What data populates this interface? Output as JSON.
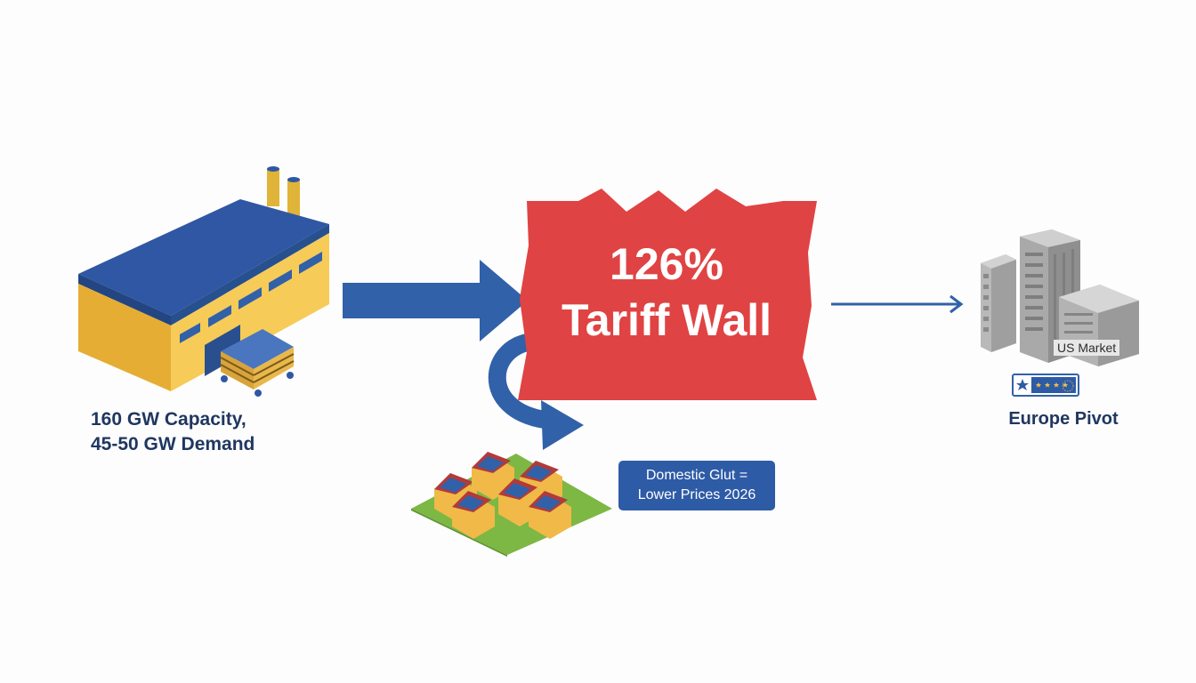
{
  "colors": {
    "factory_roof": "#2f57a3",
    "factory_wall": "#f1c243",
    "arrow": "#3161a8",
    "wall_red": "#e04343",
    "caption_text": "#1f3760",
    "glut_box": "#2e5ba6"
  },
  "factory": {
    "icon": "factory-icon",
    "caption_line1": "160 GW Capacity,",
    "caption_line2": "45-50 GW Demand"
  },
  "tariff_wall": {
    "percent": "126%",
    "label": "Tariff Wall"
  },
  "domestic": {
    "icon": "solar-houses-icon",
    "line1": "Domestic Glut =",
    "line2": "Lower Prices 2026"
  },
  "us_market": {
    "icon": "city-buildings-icon",
    "label": "US Market"
  },
  "europe": {
    "icon": "eu-flag-icon",
    "caption": "Europe Pivot"
  }
}
